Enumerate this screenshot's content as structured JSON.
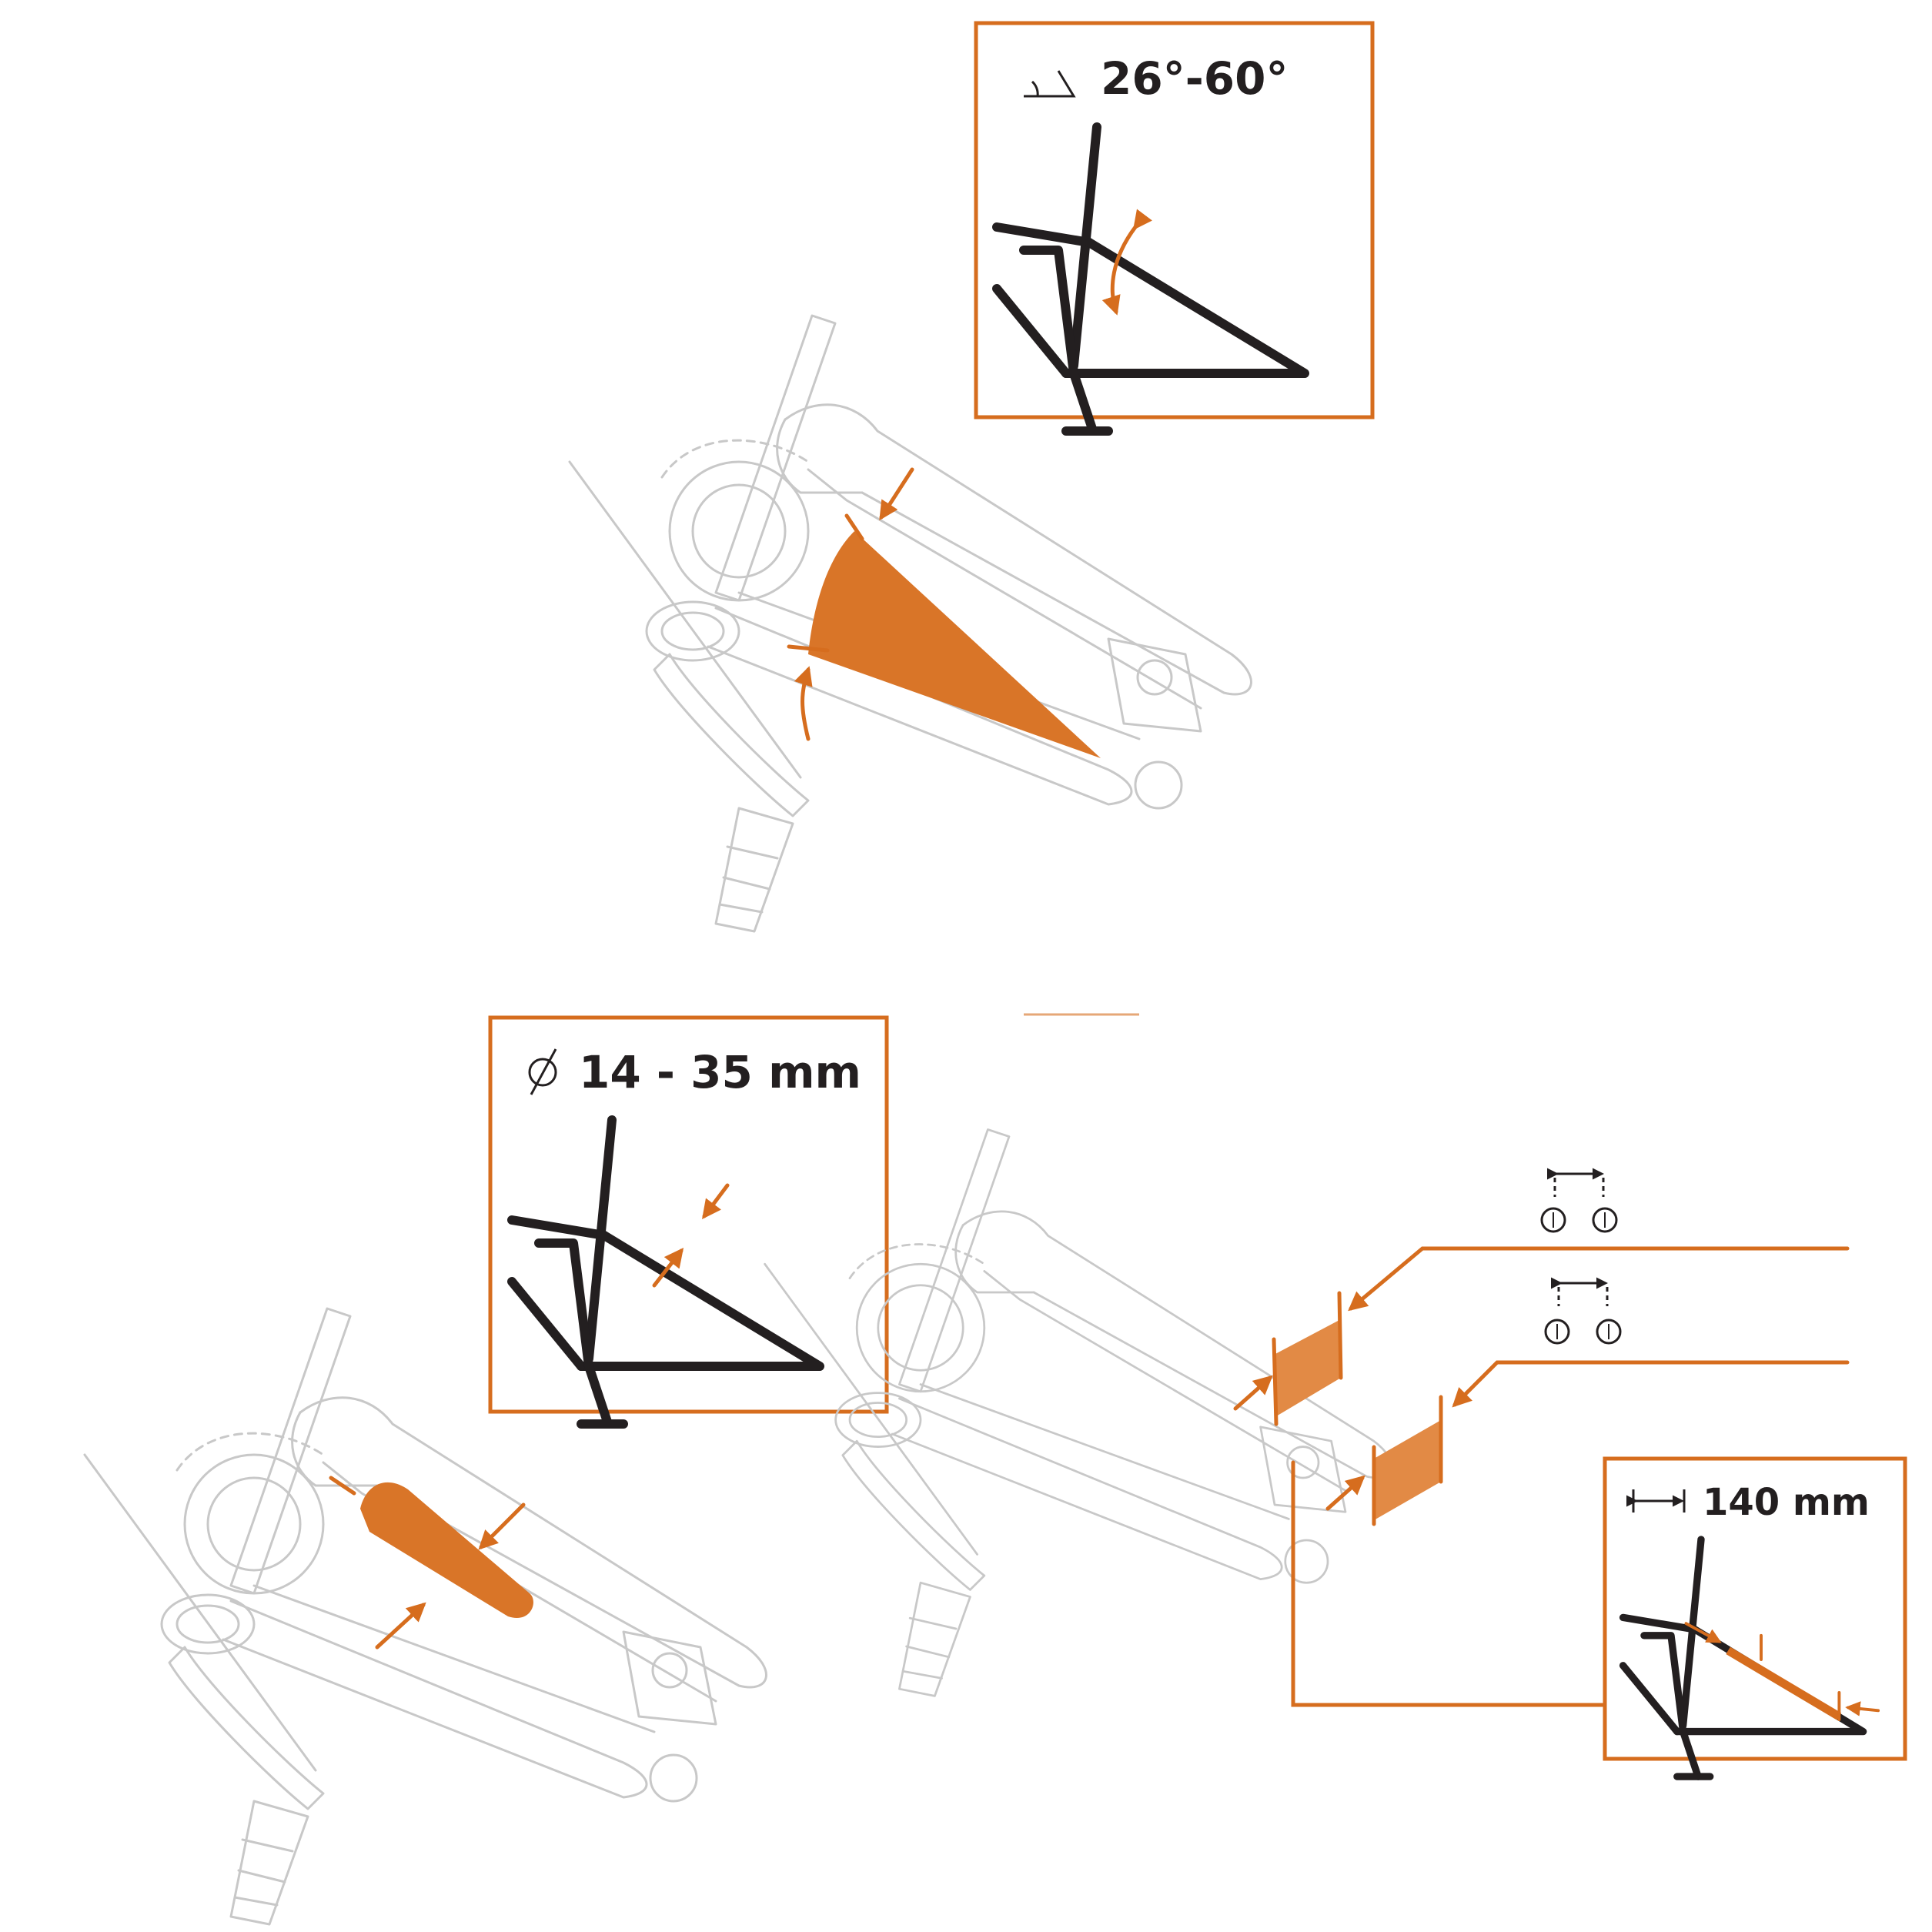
{
  "panels": {
    "angle": {
      "spec_text": "26°-60°",
      "icon": "angle-icon"
    },
    "diameter": {
      "spec_text": "14 - 35 mm",
      "icon": "diameter-icon"
    },
    "length": {
      "spec_text": "140 mm",
      "icon": "width-arrow-icon"
    }
  },
  "colors": {
    "accent": "#d66d1e",
    "ink": "#231f20",
    "ghost": "#c8c8c8"
  }
}
